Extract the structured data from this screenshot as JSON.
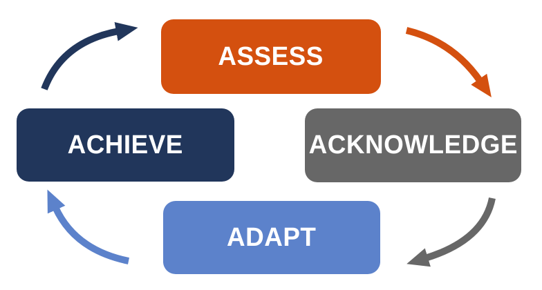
{
  "background_color": "#FFFFFF",
  "diagram": {
    "type": "cycle",
    "direction": "clockwise",
    "nodes": [
      {
        "id": "assess",
        "label": "ASSESS",
        "color": "#D4500F",
        "text_color": "#FFFFFF",
        "position": "top"
      },
      {
        "id": "acknowledge",
        "label": "ACKNOWLEDGE",
        "color": "#676767",
        "text_color": "#FFFFFF",
        "position": "right"
      },
      {
        "id": "adapt",
        "label": "ADAPT",
        "color": "#5C82CB",
        "text_color": "#FFFFFF",
        "position": "bottom"
      },
      {
        "id": "achieve",
        "label": "ACHIEVE",
        "color": "#21365B",
        "text_color": "#FFFFFF",
        "position": "left"
      }
    ],
    "arrows": [
      {
        "id": "achieve-to-assess",
        "from": "ACHIEVE",
        "to": "ASSESS",
        "color": "#21365B",
        "position": "top-left"
      },
      {
        "id": "assess-to-acknowledge",
        "from": "ASSESS",
        "to": "ACKNOWLEDGE",
        "color": "#D4500F",
        "position": "top-right"
      },
      {
        "id": "acknowledge-to-adapt",
        "from": "ACKNOWLEDGE",
        "to": "ADAPT",
        "color": "#676767",
        "position": "bottom-right"
      },
      {
        "id": "adapt-to-achieve",
        "from": "ADAPT",
        "to": "ACHIEVE",
        "color": "#5C82CB",
        "position": "bottom-left"
      }
    ]
  }
}
